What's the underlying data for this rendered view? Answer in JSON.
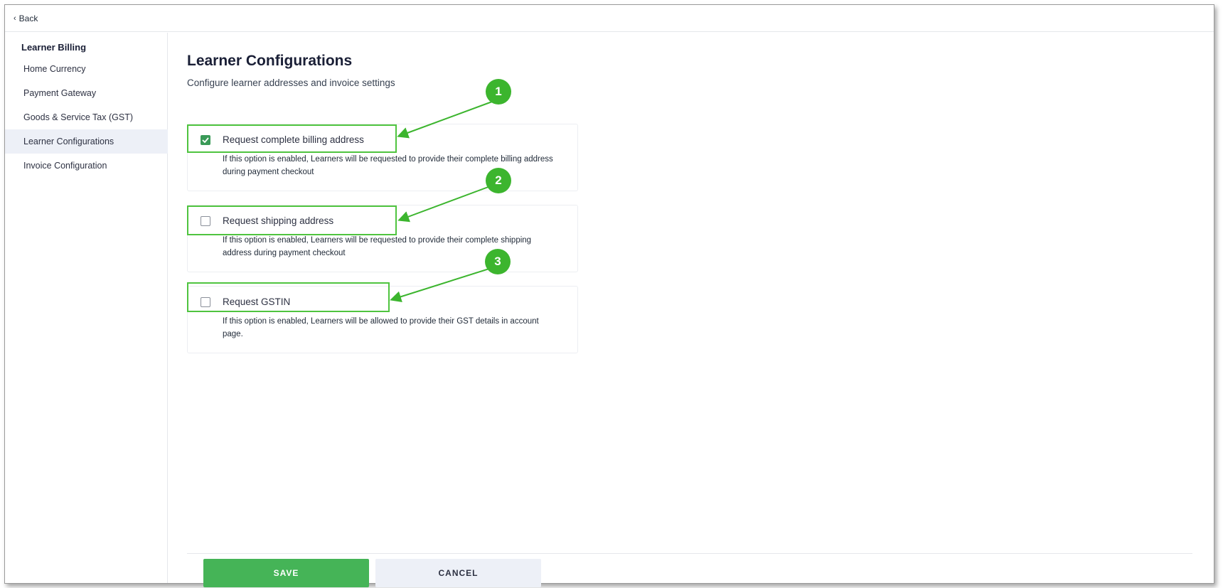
{
  "topbar": {
    "back_label": "Back"
  },
  "sidebar": {
    "title": "Learner Billing",
    "items": [
      {
        "label": "Home Currency",
        "active": false
      },
      {
        "label": "Payment Gateway",
        "active": false
      },
      {
        "label": "Goods & Service Tax (GST)",
        "active": false
      },
      {
        "label": "Learner Configurations",
        "active": true
      },
      {
        "label": "Invoice Configuration",
        "active": false
      }
    ]
  },
  "main": {
    "title": "Learner Configurations",
    "subtitle": "Configure learner addresses and invoice settings",
    "options": [
      {
        "label": "Request complete billing address",
        "description": "If this option is enabled, Learners will be requested to provide their complete billing address during payment checkout",
        "checked": true,
        "badge": "1"
      },
      {
        "label": "Request shipping address",
        "description": "If this option is enabled, Learners will be requested to provide their complete shipping address during payment checkout",
        "checked": false,
        "badge": "2"
      },
      {
        "label": "Request GSTIN",
        "description": "If this option is enabled, Learners will be allowed to provide their GST details in account page.",
        "checked": false,
        "badge": "3"
      }
    ]
  },
  "footer": {
    "save_label": "SAVE",
    "cancel_label": "CANCEL"
  },
  "colors": {
    "accent_green": "#45b457",
    "annotation_green": "#4fc43f",
    "active_nav_bg": "#edf0f7"
  }
}
